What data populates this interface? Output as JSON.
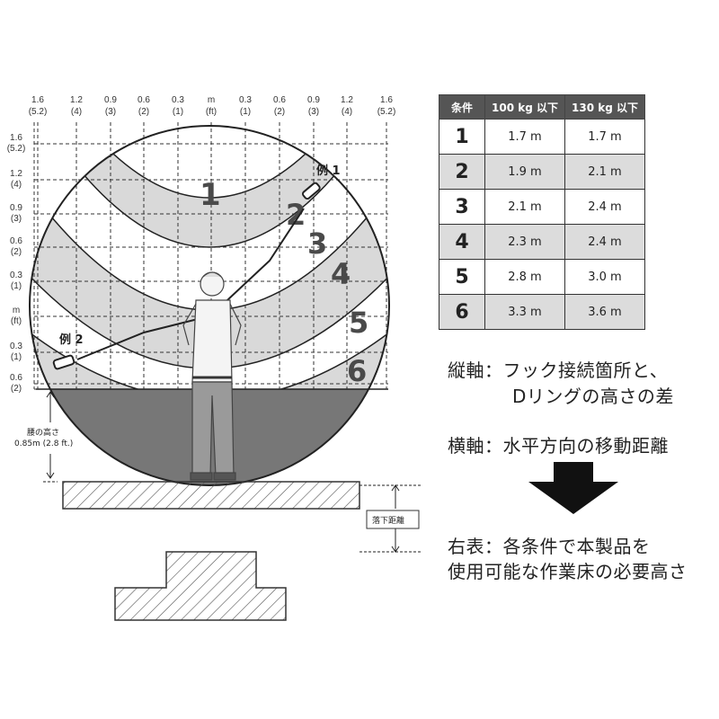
{
  "top_axis": [
    "1.6\n(5.2)",
    "1.2\n(4)",
    "0.9\n(3)",
    "0.6\n(2)",
    "0.3\n(1)",
    "m\n(ft)",
    "0.3\n(1)",
    "0.6\n(2)",
    "0.9\n(3)",
    "1.2\n(4)",
    "1.6\n(5.2)"
  ],
  "left_axis": [
    "1.6\n(5.2)",
    "1.2\n(4)",
    "0.9\n(3)",
    "0.6\n(2)",
    "0.3\n(1)",
    "m\n(ft)",
    "0.3\n(1)",
    "0.6\n(2)"
  ],
  "zones": [
    "1",
    "2",
    "3",
    "4",
    "5",
    "6"
  ],
  "examples": {
    "ex1": "例 1",
    "ex2": "例 2"
  },
  "waist_label": {
    "line1": "腰の高さ",
    "line2": "0.85m (2.8 ft.)"
  },
  "fall_label": "落下距離",
  "table": {
    "headers": [
      "条件",
      "100 kg 以下",
      "130 kg 以下"
    ],
    "rows": [
      {
        "cond": "1",
        "v100": "1.7 m",
        "v130": "1.7 m"
      },
      {
        "cond": "2",
        "v100": "1.9 m",
        "v130": "2.1 m"
      },
      {
        "cond": "3",
        "v100": "2.1 m",
        "v130": "2.4 m"
      },
      {
        "cond": "4",
        "v100": "2.3 m",
        "v130": "2.4 m"
      },
      {
        "cond": "5",
        "v100": "2.8 m",
        "v130": "3.0 m"
      },
      {
        "cond": "6",
        "v100": "3.3 m",
        "v130": "3.6 m"
      }
    ]
  },
  "notes": {
    "vertical_1": "縦軸：フック接続箇所と、",
    "vertical_2": "Dリングの高さの差",
    "horizontal": "横軸：水平方向の移動距離",
    "right_1": "右表：各条件で本製品を",
    "right_2": "使用可能な作業床の必要高さ"
  },
  "colors": {
    "shade_light": "#d9d9d9",
    "shade_dark": "#777777",
    "table_header": "#555555",
    "arrow": "#111111"
  },
  "icons": [
    "person-figure-icon",
    "hook-icon",
    "down-arrow-icon"
  ]
}
